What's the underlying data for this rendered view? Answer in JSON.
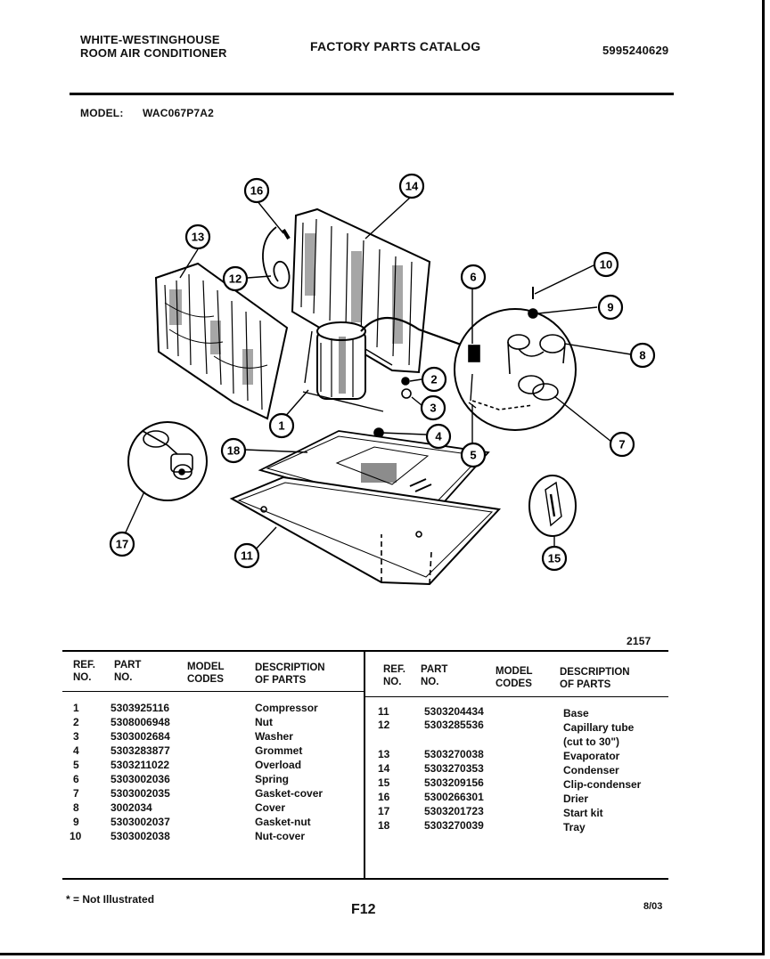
{
  "header": {
    "brand_line1": "WHITE-WESTINGHOUSE",
    "brand_line2": "ROOM AIR CONDITIONER",
    "catalog_title": "FACTORY PARTS CATALOG",
    "catalog_number": "5995240629",
    "model_label": "MODEL:",
    "model_value": "WAC067P7A2"
  },
  "diagram": {
    "figure_number": "2157",
    "callouts": [
      "1",
      "2",
      "3",
      "4",
      "5",
      "6",
      "7",
      "8",
      "9",
      "10",
      "11",
      "12",
      "13",
      "14",
      "15",
      "16",
      "17",
      "18"
    ]
  },
  "table": {
    "headers": {
      "ref_no": "REF.\nNO.",
      "part_no": "PART\nNO.",
      "model_codes": "MODEL\nCODES",
      "description": "DESCRIPTION\nOF PARTS"
    },
    "left_rows": [
      {
        "ref": "1",
        "part": "5303925116",
        "desc": "Compressor"
      },
      {
        "ref": "2",
        "part": "5308006948",
        "desc": "Nut"
      },
      {
        "ref": "3",
        "part": "5303002684",
        "desc": "Washer"
      },
      {
        "ref": "4",
        "part": "5303283877",
        "desc": "Grommet"
      },
      {
        "ref": "5",
        "part": "5303211022",
        "desc": "Overload"
      },
      {
        "ref": "6",
        "part": "5303002036",
        "desc": "Spring"
      },
      {
        "ref": "7",
        "part": "5303002035",
        "desc": "Gasket-cover"
      },
      {
        "ref": "8",
        "part": "3002034",
        "desc": "Cover"
      },
      {
        "ref": "9",
        "part": "5303002037",
        "desc": "Gasket-nut"
      },
      {
        "ref": "10",
        "part": "5303002038",
        "desc": "Nut-cover"
      }
    ],
    "right_rows": [
      {
        "ref": "11",
        "part": "5303204434",
        "desc": "Base"
      },
      {
        "ref": "12",
        "part": "5303285536",
        "desc": "Capillary tube"
      },
      {
        "ref": "",
        "part": "",
        "desc": "(cut to 30\")"
      },
      {
        "ref": "13",
        "part": "5303270038",
        "desc": "Evaporator"
      },
      {
        "ref": "14",
        "part": "5303270353",
        "desc": "Condenser"
      },
      {
        "ref": "15",
        "part": "5303209156",
        "desc": "Clip-condenser"
      },
      {
        "ref": "16",
        "part": "5300266301",
        "desc": "Drier"
      },
      {
        "ref": "17",
        "part": "5303201723",
        "desc": "Start kit"
      },
      {
        "ref": "18",
        "part": "5303270039",
        "desc": "Tray"
      }
    ]
  },
  "footer": {
    "note": "* = Not Illustrated",
    "page": "F12",
    "date": "8/03"
  }
}
